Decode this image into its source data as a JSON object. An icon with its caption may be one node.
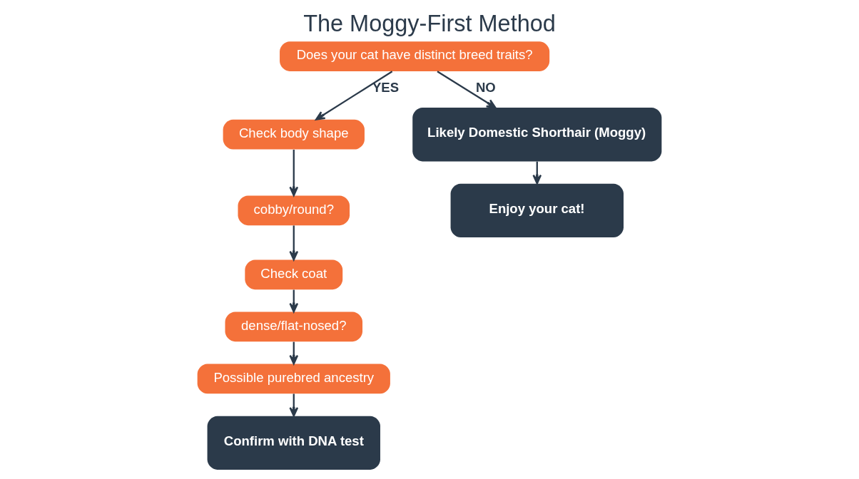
{
  "diagram": {
    "title": "The Moggy-First Method",
    "nodes": [
      {
        "text": [
          "Does your cat have distinct breed traits?"
        ]
      },
      {
        "text": [
          "Check body shape"
        ]
      },
      {
        "text": [
          "cobby/round?"
        ]
      },
      {
        "text": [
          "Check coat"
        ]
      },
      {
        "text": [
          "dense/flat-nosed?"
        ]
      },
      {
        "text": [
          "Possible purebred ancestry"
        ]
      },
      {
        "text": [
          "Confirm with DNA test"
        ]
      },
      {
        "text": [
          "Likely Domestic Shorthair (Moggy)"
        ]
      },
      {
        "text": [
          "Enjoy your cat!"
        ]
      }
    ],
    "edges": [
      {
        "from": 0,
        "to": 1,
        "arrow": "to",
        "label": "YES"
      },
      {
        "from": 1,
        "to": 2,
        "arrow": "to"
      },
      {
        "from": 2,
        "to": 3,
        "arrow": "to"
      },
      {
        "from": 3,
        "to": 4,
        "arrow": "to"
      },
      {
        "from": 4,
        "to": 5,
        "arrow": "to"
      },
      {
        "from": 5,
        "to": 6,
        "arrow": "to"
      },
      {
        "from": 0,
        "to": 7,
        "arrow": "to",
        "label": "NO"
      },
      {
        "from": 7,
        "to": 8,
        "arrow": "to"
      }
    ]
  }
}
